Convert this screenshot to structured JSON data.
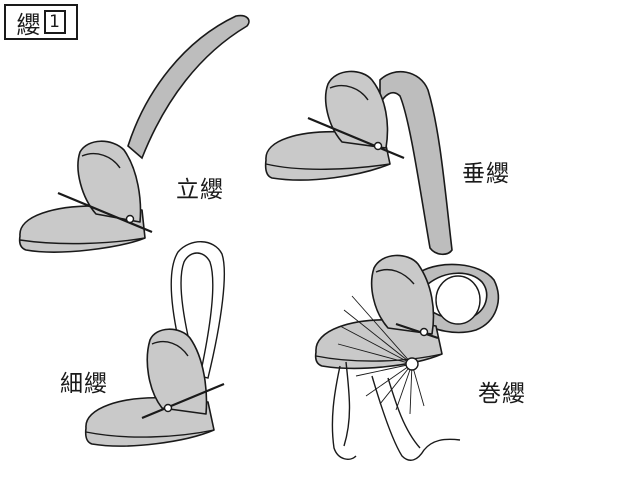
{
  "title": {
    "text": "纓",
    "number": "1"
  },
  "labels": {
    "tatei": "立纓",
    "tarei": "垂纓",
    "hosoei": "細纓",
    "makiei": "巻纓"
  }
}
